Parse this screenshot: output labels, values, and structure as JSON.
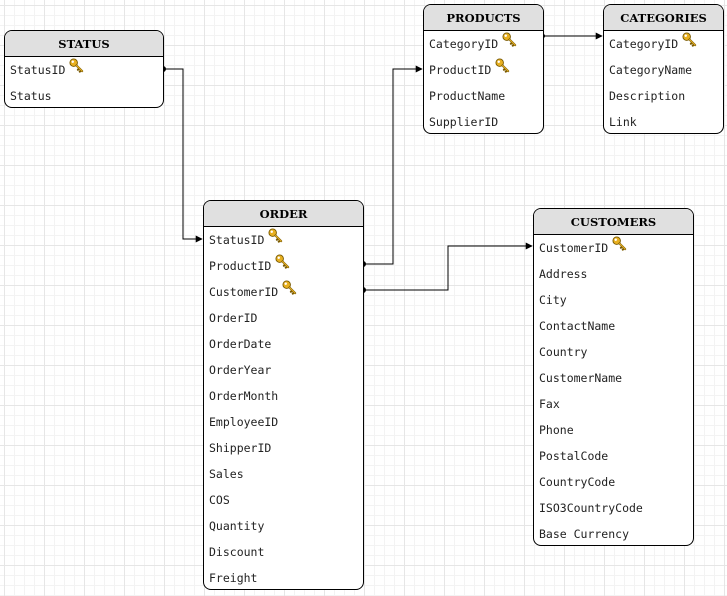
{
  "entities": {
    "status": {
      "title": "STATUS",
      "fields": [
        {
          "name": "StatusID",
          "key": true
        },
        {
          "name": "Status",
          "key": false
        }
      ]
    },
    "products": {
      "title": "PRODUCTS",
      "fields": [
        {
          "name": "CategoryID",
          "key": true
        },
        {
          "name": "ProductID",
          "key": true
        },
        {
          "name": "ProductName",
          "key": false
        },
        {
          "name": "SupplierID",
          "key": false
        }
      ]
    },
    "categories": {
      "title": "CATEGORIES",
      "fields": [
        {
          "name": "CategoryID",
          "key": true
        },
        {
          "name": "CategoryName",
          "key": false
        },
        {
          "name": "Description",
          "key": false
        },
        {
          "name": "Link",
          "key": false
        }
      ]
    },
    "order": {
      "title": "ORDER",
      "fields": [
        {
          "name": "StatusID",
          "key": true
        },
        {
          "name": "ProductID",
          "key": true
        },
        {
          "name": "CustomerID",
          "key": true
        },
        {
          "name": "OrderID",
          "key": false
        },
        {
          "name": "OrderDate",
          "key": false
        },
        {
          "name": "OrderYear",
          "key": false
        },
        {
          "name": "OrderMonth",
          "key": false
        },
        {
          "name": "EmployeeID",
          "key": false
        },
        {
          "name": "ShipperID",
          "key": false
        },
        {
          "name": "Sales",
          "key": false
        },
        {
          "name": "COS",
          "key": false
        },
        {
          "name": "Quantity",
          "key": false
        },
        {
          "name": "Discount",
          "key": false
        },
        {
          "name": "Freight",
          "key": false
        }
      ]
    },
    "customers": {
      "title": "CUSTOMERS",
      "fields": [
        {
          "name": "CustomerID",
          "key": true
        },
        {
          "name": "Address",
          "key": false
        },
        {
          "name": "City",
          "key": false
        },
        {
          "name": "ContactName",
          "key": false
        },
        {
          "name": "Country",
          "key": false
        },
        {
          "name": "CustomerName",
          "key": false
        },
        {
          "name": "Fax",
          "key": false
        },
        {
          "name": "Phone",
          "key": false
        },
        {
          "name": "PostalCode",
          "key": false
        },
        {
          "name": "CountryCode",
          "key": false
        },
        {
          "name": "ISO3CountryCode",
          "key": false
        },
        {
          "name": "Base Currency",
          "key": false
        }
      ]
    }
  },
  "relationships": [
    {
      "from": "status.StatusID",
      "to": "order.StatusID"
    },
    {
      "from": "order.ProductID",
      "to": "products.ProductID"
    },
    {
      "from": "order.CustomerID",
      "to": "customers.CustomerID"
    },
    {
      "from": "products.CategoryID",
      "to": "categories.CategoryID"
    }
  ],
  "colors": {
    "header_bg": "#e0e0e0",
    "line": "#000000",
    "key_icon": "#e8b020",
    "grid": "#e6e6e6"
  },
  "icons": {
    "primary_key": "key-icon"
  }
}
